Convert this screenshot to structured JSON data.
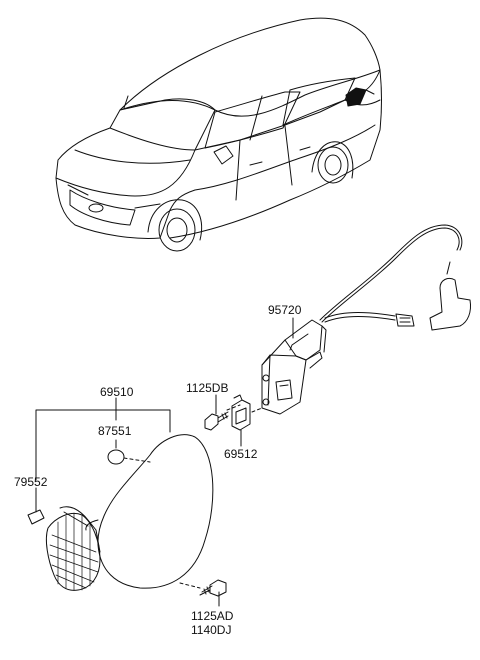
{
  "parts": {
    "cable_actuator": "95720",
    "fuel_door_assy": "69510",
    "bumper": "87551",
    "fuel_door_bolt": "1125DB",
    "holder": "69512",
    "spring": "79552",
    "screw_a": "1125AD",
    "screw_b": "1140DJ"
  }
}
